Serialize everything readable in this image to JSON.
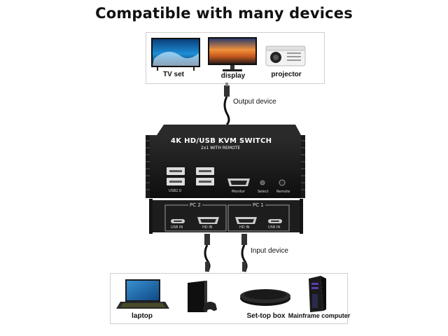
{
  "title": "Compatible with many devices",
  "output_devices": [
    {
      "label": "TV set",
      "icon": "tv-icon"
    },
    {
      "label": "display",
      "icon": "monitor-icon"
    },
    {
      "label": "projector",
      "icon": "projector-icon"
    }
  ],
  "output_cable_label": "Output device",
  "input_cable_label": "Input device",
  "kvm": {
    "title_line1": "4K HD/USB KVM SWITCH",
    "title_line2": "2x1 WITH REMOTE",
    "front_labels": {
      "usb": "USB2.0",
      "monitor": "Monitor",
      "select": "Select",
      "remote": "Remote"
    },
    "back_labels": {
      "pc2": "PC 2",
      "pc1": "PC 1",
      "usb_in_left": "USB IN",
      "hd_in_left": "HD IN",
      "hd_in_right": "HD IN",
      "usb_in_right": "USB IN"
    }
  },
  "input_devices": [
    {
      "label": "laptop",
      "icon": "laptop-icon"
    },
    {
      "label": "",
      "icon": "game-console-icon"
    },
    {
      "label": "Set-top box",
      "icon": "set-top-box-icon"
    },
    {
      "label": "Mainframe computer",
      "icon": "desktop-tower-icon"
    }
  ],
  "colors": {
    "box_border": "#cfcfcf",
    "device_dark": "#1c1c1c",
    "screen_blue": "#1d6fb8"
  }
}
